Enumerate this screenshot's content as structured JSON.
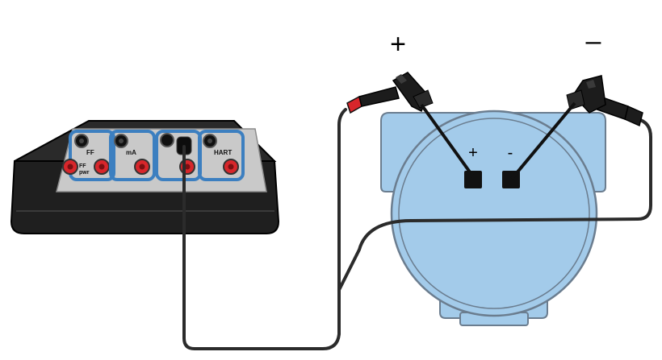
{
  "device": {
    "ports": [
      {
        "label": "FF",
        "sublabel": "FF\npwr"
      },
      {
        "label": "mA",
        "sublabel": ""
      },
      {
        "label": "",
        "sublabel": ""
      },
      {
        "label": "HART",
        "sublabel": ""
      }
    ]
  },
  "transmitter": {
    "terminal_plus": "+",
    "terminal_minus": "-"
  },
  "probes": {
    "plus_sign": "+",
    "minus_sign": "–"
  },
  "colors": {
    "device_body": "#1a1a1a",
    "panel": "#c9c9c9",
    "port_frame": "#3c7fc0",
    "jack_red": "#d7262b",
    "transmitter_fill": "#a3cbea",
    "transmitter_stroke": "#6b7d8f",
    "wire": "#2b2b2b"
  }
}
